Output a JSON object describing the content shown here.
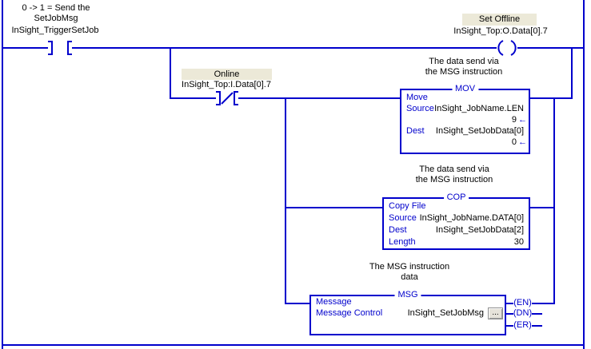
{
  "colors": {
    "wire_blue": "#0000cc",
    "text_black": "#000000",
    "description_highlight": "#ece9d8"
  },
  "rung": {
    "trigger_comment": {
      "line1": "0 -> 1 = Send the",
      "line2": "SetJobMsg"
    },
    "trigger_contact": {
      "tag": "InSight_TriggerSetJob"
    },
    "online_contact": {
      "description": "Online",
      "tag": "InSight_Top:I.Data[0].7"
    },
    "offline_coil": {
      "description": "Set Offline",
      "tag": "InSight_Top:O.Data[0].7"
    },
    "mov_comment": {
      "line1": "The data send via",
      "line2": "the MSG instruction"
    },
    "cop_comment": {
      "line1": "The data send via",
      "line2": "the MSG instruction"
    },
    "msg_comment": {
      "line1": "The MSG instruction",
      "line2": "data"
    },
    "mov": {
      "title": "MOV",
      "name": "Move",
      "source_label": "Source",
      "source_operand": "InSight_JobName.LEN",
      "source_value": "9",
      "dest_label": "Dest",
      "dest_operand": "InSight_SetJobData[0]",
      "dest_value": "0",
      "value_arrow": "←"
    },
    "cop": {
      "title": "COP",
      "name": "Copy File",
      "source_label": "Source",
      "source_operand": "InSight_JobName.DATA[0]",
      "dest_label": "Dest",
      "dest_operand": "InSight_SetJobData[2]",
      "length_label": "Length",
      "length_value": "30"
    },
    "msg": {
      "title": "MSG",
      "name": "Message",
      "control_label": "Message Control",
      "control_operand": "InSight_SetJobMsg",
      "browse_label": "...",
      "flag_en": "(EN)",
      "flag_dn": "(DN)",
      "flag_er": "(ER)"
    }
  }
}
